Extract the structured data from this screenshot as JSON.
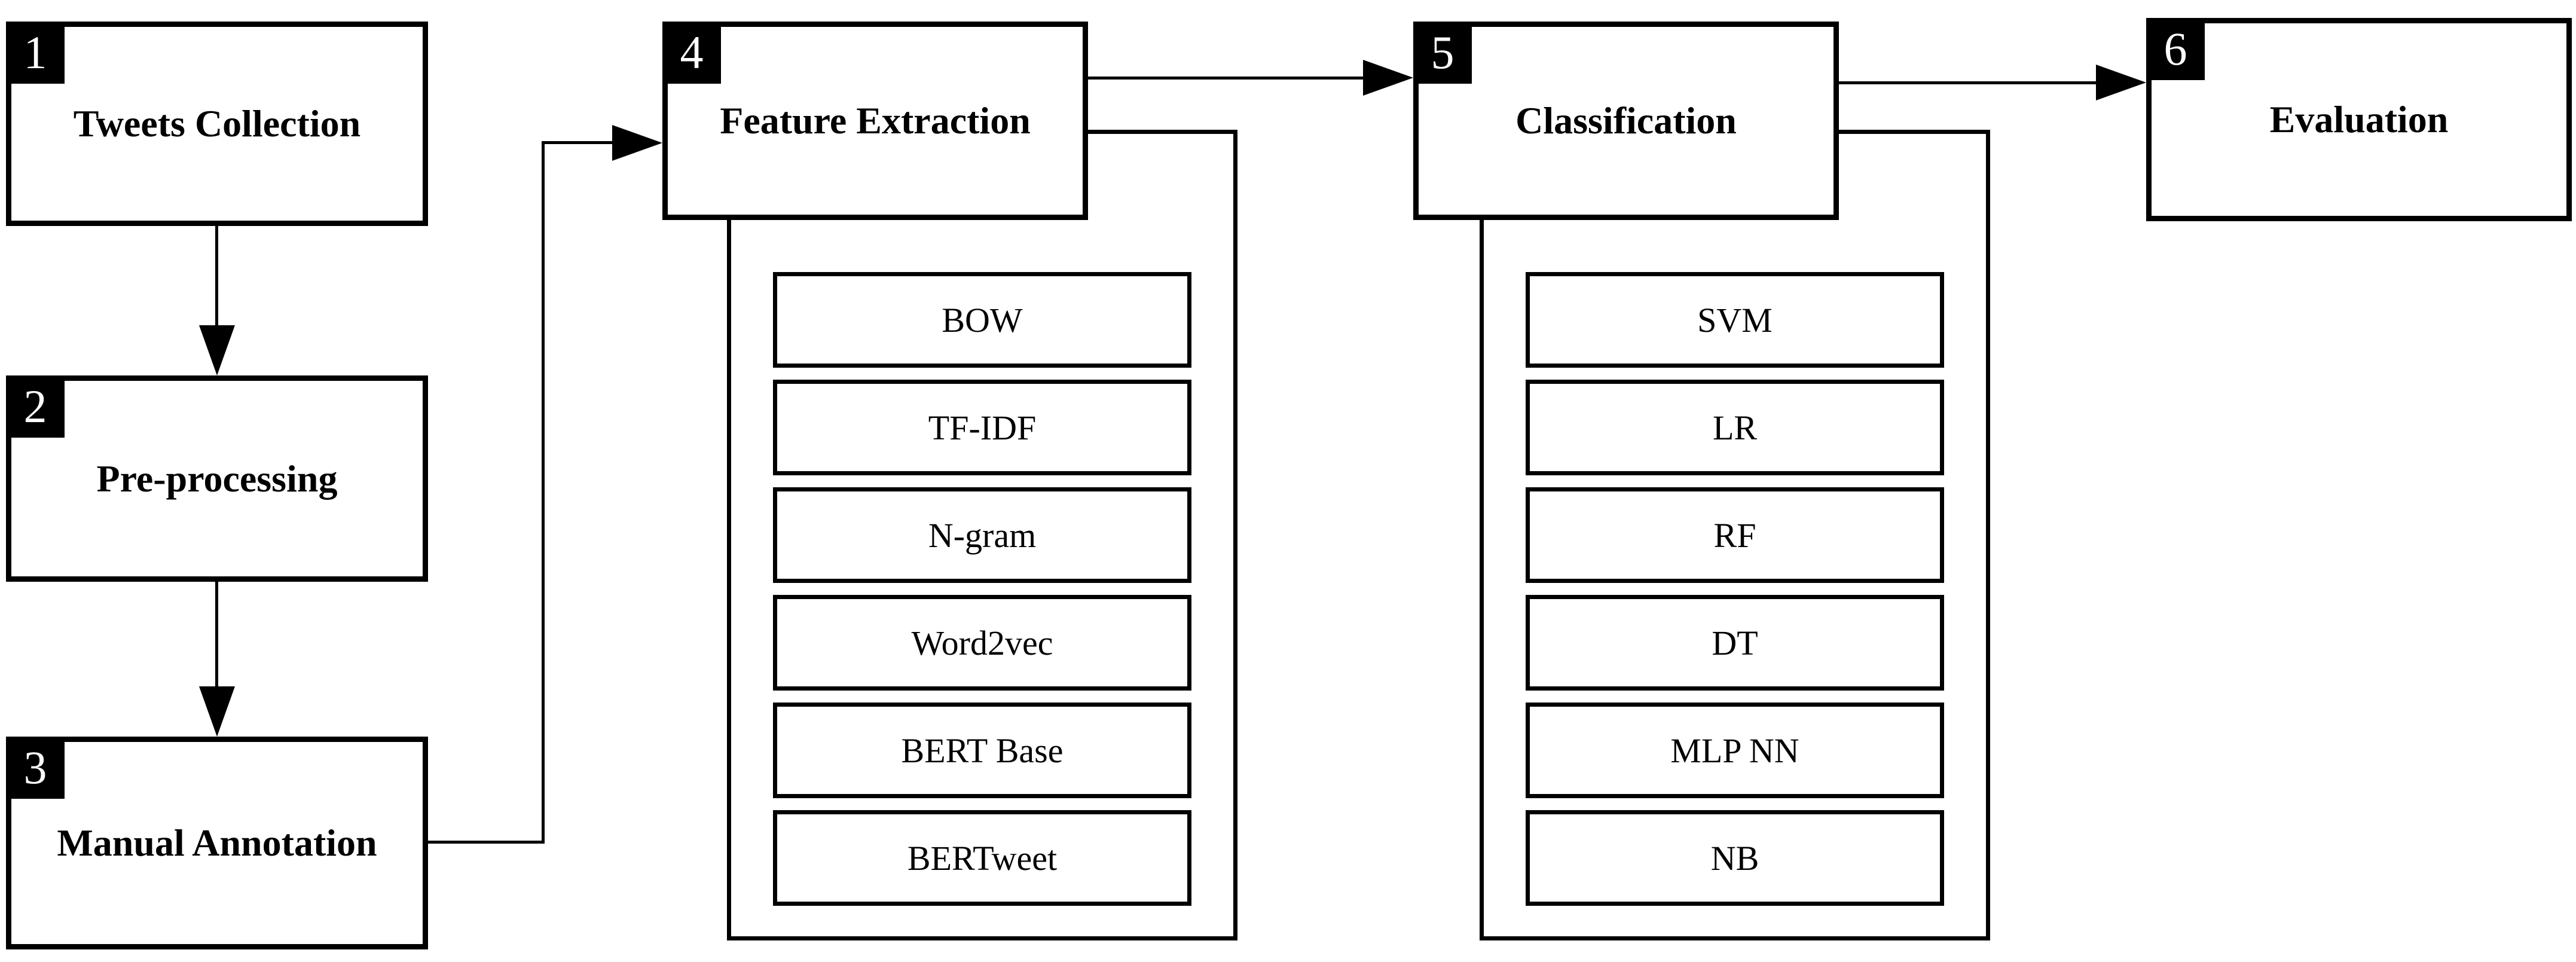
{
  "flowchart": {
    "steps": [
      {
        "number": "1",
        "label": "Tweets Collection"
      },
      {
        "number": "2",
        "label": "Pre-processing"
      },
      {
        "number": "3",
        "label": "Manual Annotation"
      },
      {
        "number": "4",
        "label": "Feature Extraction",
        "methods": [
          "BOW",
          "TF-IDF",
          "N-gram",
          "Word2vec",
          "BERT Base",
          "BERTweet"
        ]
      },
      {
        "number": "5",
        "label": "Classification",
        "methods": [
          "SVM",
          "LR",
          "RF",
          "DT",
          "MLP NN",
          "NB"
        ]
      },
      {
        "number": "6",
        "label": "Evaluation"
      }
    ],
    "edges": [
      {
        "from": "1",
        "to": "2"
      },
      {
        "from": "2",
        "to": "3"
      },
      {
        "from": "3",
        "to": "4"
      },
      {
        "from": "4",
        "to": "5"
      },
      {
        "from": "5",
        "to": "6"
      }
    ],
    "colors": {
      "stroke": "#000000",
      "background": "#ffffff",
      "badge_background": "#000000",
      "badge_text": "#ffffff"
    }
  }
}
